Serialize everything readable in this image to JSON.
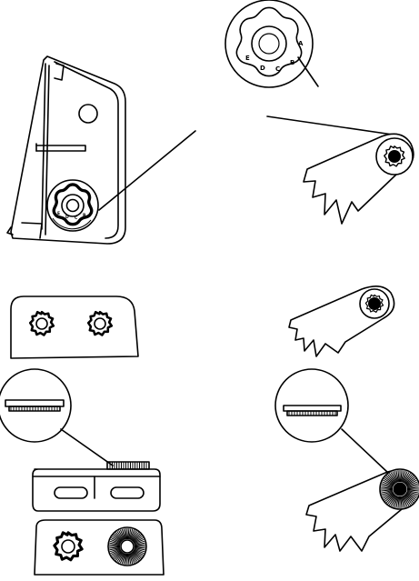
{
  "dial_labels": {
    "upper_callout": [
      "E",
      "D",
      "C",
      "B",
      "A"
    ],
    "upper_knob": [
      "E",
      "D",
      "C",
      "B"
    ]
  }
}
